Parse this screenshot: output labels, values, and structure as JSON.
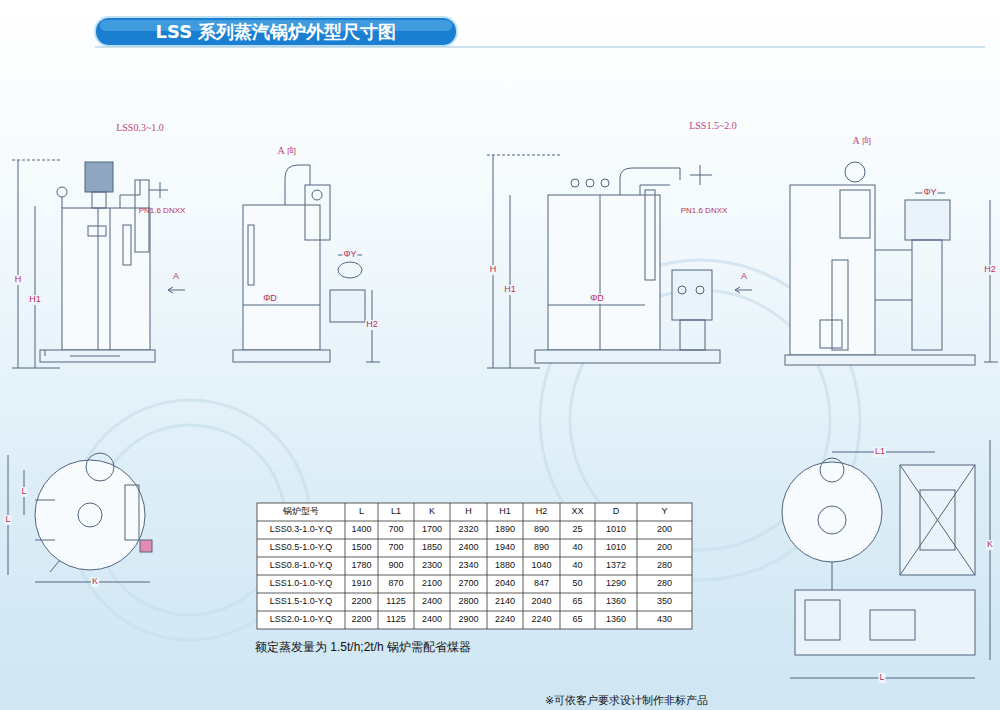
{
  "diagram": {
    "title": "LSS 系列蒸汽锅炉外型尺寸图",
    "caption": "※可依客户要求设计制作非标产品",
    "labels": [
      "LSS0.3~1.0",
      "A 向",
      "PN1.6 DNXX",
      "H",
      "H1",
      "A",
      "ΦD",
      "ΦY",
      "H2",
      "LSS1.5~2.0",
      "A 向",
      "PN1.6 DNXX",
      "H",
      "H1",
      "ΦD",
      "A",
      "ΦY",
      "H2",
      "L",
      "L",
      "K",
      "L1",
      "K",
      "L",
      "锅炉型号",
      "L",
      "L1",
      "K",
      "H",
      "H1",
      "H2",
      "XX",
      "D",
      "Y",
      "LSS0.3-1.0-Y.Q",
      "1400",
      "700",
      "1700",
      "2320",
      "1890",
      "890",
      "25",
      "1010",
      "200",
      "LSS0.5-1.0-Y.Q",
      "1500",
      "700",
      "1850",
      "2400",
      "1940",
      "890",
      "40",
      "1010",
      "200",
      "LSS0.8-1.0-Y.Q",
      "1780",
      "900",
      "2300",
      "2340",
      "1880",
      "1040",
      "40",
      "1372",
      "280",
      "LSS1.0-1.0-Y.Q",
      "1910",
      "870",
      "2100",
      "2700",
      "2040",
      "847",
      "50",
      "1290",
      "280",
      "LSS1.5-1.0-Y.Q",
      "2200",
      "1125",
      "2400",
      "2800",
      "2140",
      "2040",
      "65",
      "1360",
      "350",
      "LSS2.0-1.0-Y.Q",
      "2200",
      "1125",
      "2400",
      "2900",
      "2240",
      "2240",
      "65",
      "1360",
      "430",
      "额定蒸发量为 1.5t/h;2t/h 锅炉需配省煤器"
    ]
  }
}
